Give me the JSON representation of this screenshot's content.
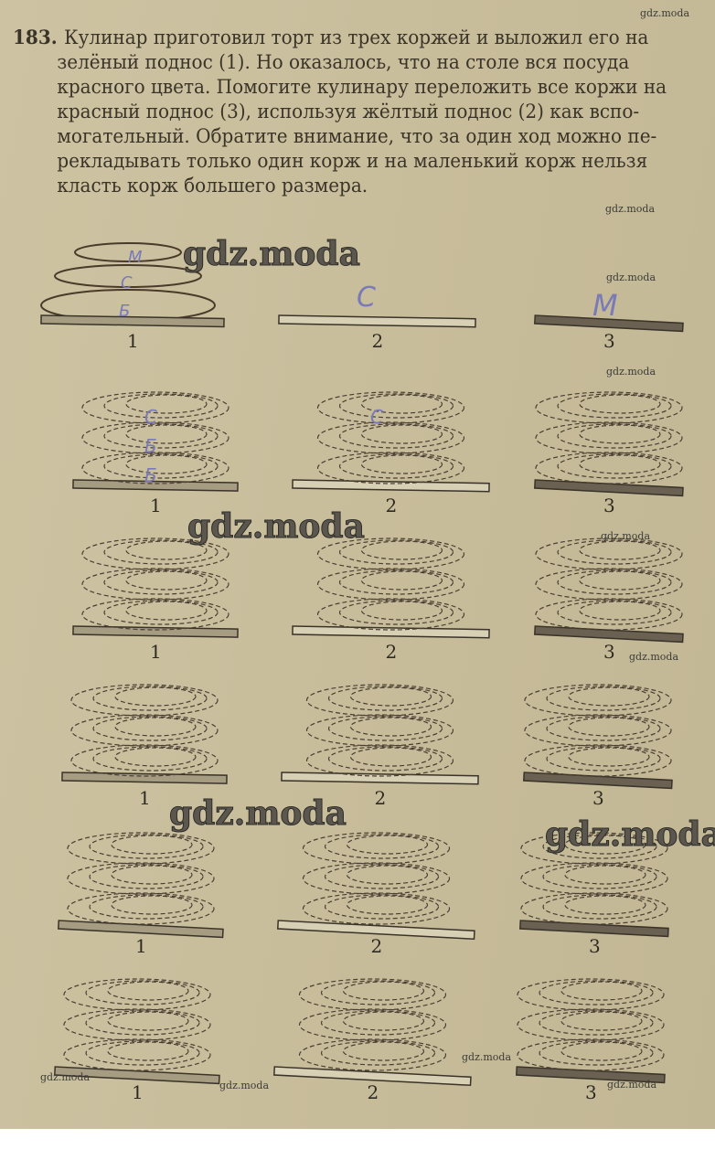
{
  "problem": {
    "number": "183.",
    "lines": [
      "Кулинар приготовил торт из трех коржей и выложил его на",
      "зелёный поднос (1). Но оказалось, что на столе вся посуда",
      "красного цвета. Помогите кулинару переложить все коржи на",
      "красный поднос (3), используя жёлтый поднос (2) как вспо-",
      "могательный. Обратите внимание, что за один ход можно пе-",
      "рекладывать только один корж и на маленький корж нельзя",
      "класть корж большего размера."
    ]
  },
  "tray_labels": [
    "1",
    "2",
    "3"
  ],
  "handwritten": {
    "row1_tray1": [
      "М",
      "С",
      "Б"
    ],
    "row1_tray2": "С",
    "row1_tray3": "М",
    "row2_tray1": [
      "С",
      "Б",
      "Б"
    ],
    "row2_tray2": "С"
  },
  "watermark": "gdz.moda",
  "colors": {
    "paper": "#c9bf9e",
    "ink": "#3b3428",
    "tray_green": "#a59c82",
    "tray_red": "#6b6153",
    "pen": "#7a7ab8"
  }
}
